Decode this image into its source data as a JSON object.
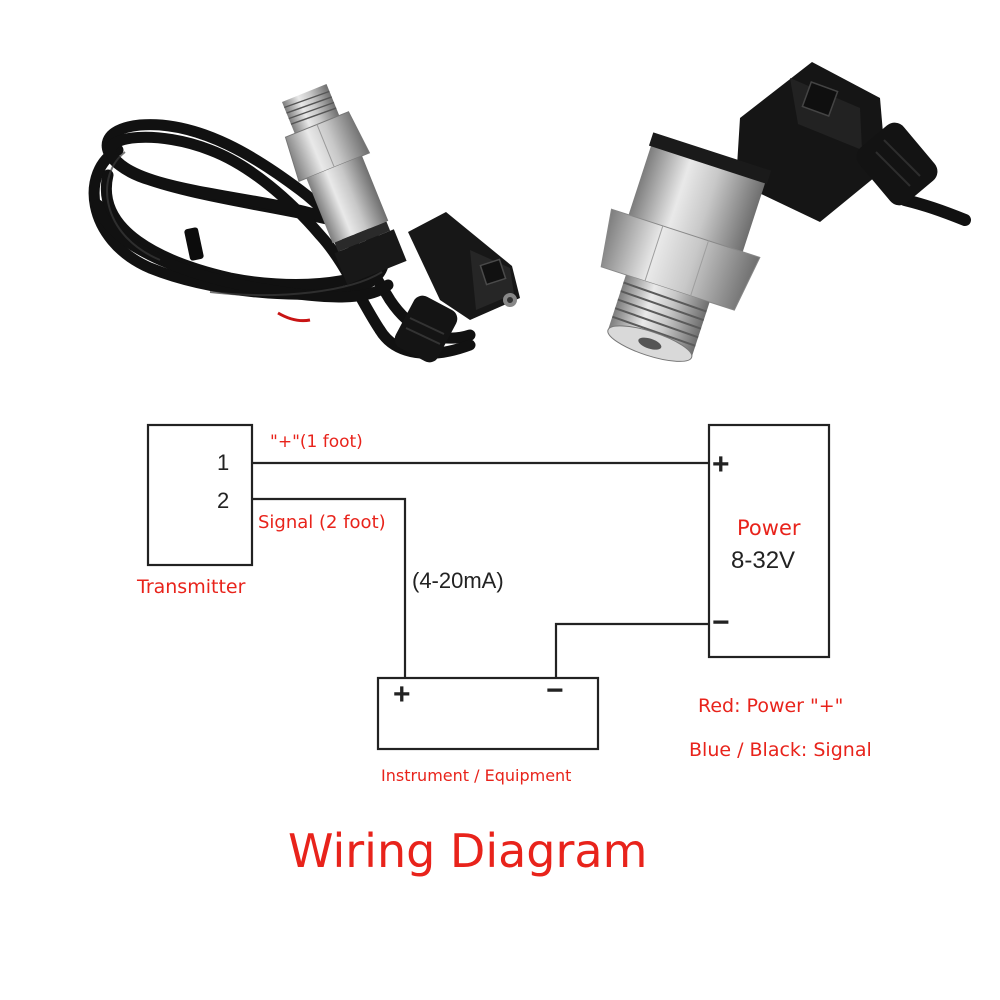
{
  "photos": {
    "left_product": "pressure-transmitter-with-cable",
    "right_product": "pressure-transmitter-closeup"
  },
  "transmitter": {
    "label": "Transmitter",
    "pin1": "1",
    "pin2": "2"
  },
  "wires": {
    "plus_label": "\"+\"(1 foot)",
    "signal_label": "Signal (2 foot)",
    "current_label": "(4-20mA)"
  },
  "power": {
    "plus": "+",
    "minus": "−",
    "title": "Power",
    "voltage": "8-32V"
  },
  "instrument": {
    "plus": "+",
    "minus": "−",
    "label": "Instrument / Equipment"
  },
  "legend": {
    "red": "Red: Power \"+\"",
    "blue_black": "Blue / Black: Signal"
  },
  "title": "Wiring Diagram",
  "colors": {
    "label_red": "#e8231b",
    "line": "#222222",
    "steel": "#b9b9b9",
    "plastic": "#1b1b1b"
  }
}
